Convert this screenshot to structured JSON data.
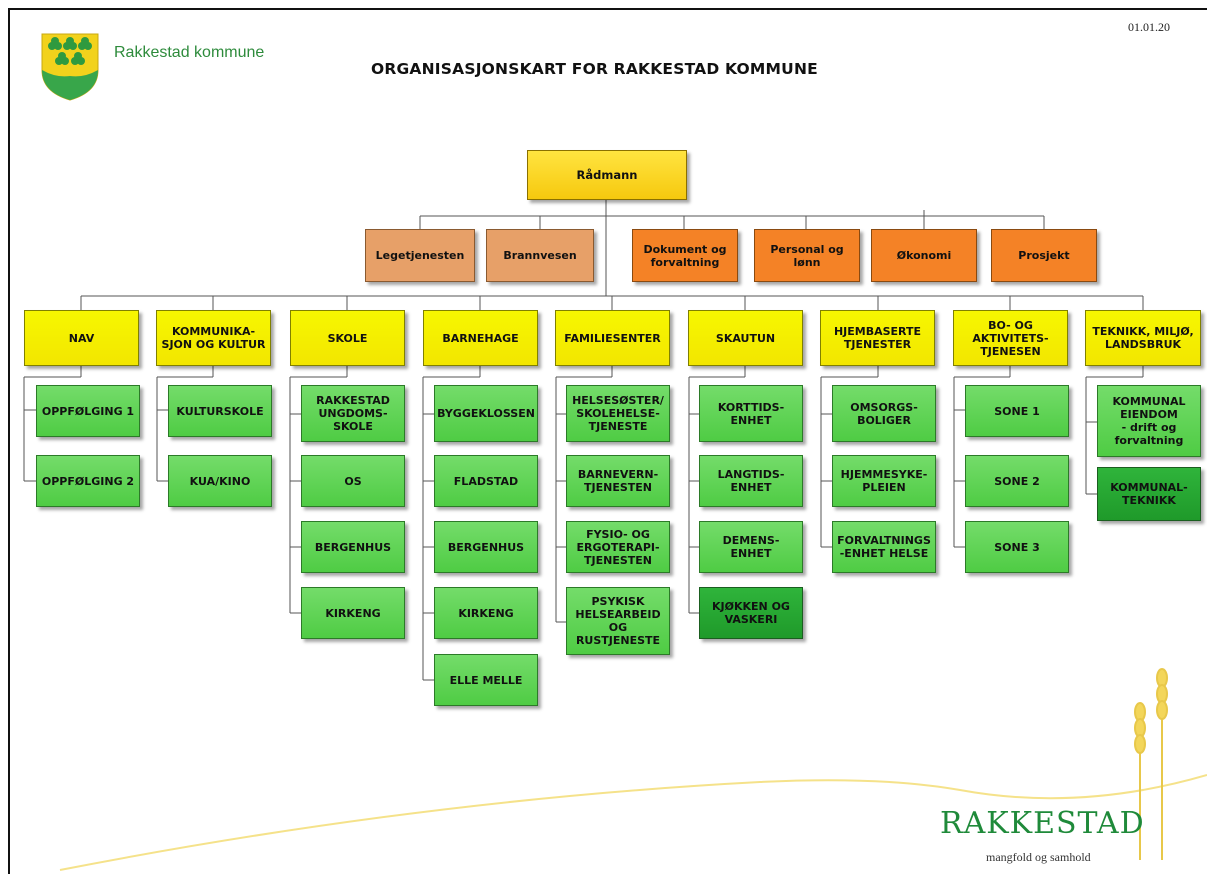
{
  "header": {
    "date": "01.01.20",
    "municipality_name": "Rakkestad kommune",
    "title": "ORGANISASJONSKART FOR RAKKESTAD KOMMUNE"
  },
  "root": {
    "label": "Rådmann"
  },
  "staff": [
    {
      "label": "Legetjenesten"
    },
    {
      "label": "Brannvesen"
    },
    {
      "label": "Dokument og\nforvaltning"
    },
    {
      "label": "Personal og\nlønn"
    },
    {
      "label": "Økonomi"
    },
    {
      "label": "Prosjekt"
    }
  ],
  "departments": [
    {
      "label": "NAV",
      "units": [
        "OPPFØLGING 1",
        "OPPFØLGING 2"
      ]
    },
    {
      "label": "KOMMUNIKA-\nSJON OG KULTUR",
      "units": [
        "KULTURSKOLE",
        "KUA/KINO"
      ]
    },
    {
      "label": "SKOLE",
      "units": [
        "RAKKESTAD\nUNGDOMS-\nSKOLE",
        "OS",
        "BERGENHUS",
        "KIRKENG"
      ]
    },
    {
      "label": "BARNEHAGE",
      "units": [
        "BYGGEKLOSSEN",
        "FLADSTAD",
        "BERGENHUS",
        "KIRKENG",
        "ELLE MELLE"
      ]
    },
    {
      "label": "FAMILIESENTER",
      "units": [
        "HELSESØSTER/\nSKOLEHELSE-\nTJENESTE",
        "BARNEVERN-\nTJENESTEN",
        "FYSIO- OG\nERGOTERAPI-\nTJENESTEN",
        "PSYKISK\nHELSEARBEID\nOG\nRUSTJENESTE"
      ]
    },
    {
      "label": "SKAUTUN",
      "units": [
        "KORTTIDS-\nENHET",
        "LANGTIDS-\nENHET",
        "DEMENS-\nENHET",
        "KJØKKEN OG\nVASKERI"
      ]
    },
    {
      "label": "HJEMBASERTE\nTJENESTER",
      "units": [
        "OMSORGS-\nBOLIGER",
        "HJEMMESYKE-\nPLEIEN",
        "FORVALTNINGS\n-ENHET HELSE"
      ]
    },
    {
      "label": "BO- OG\nAKTIVITETS-\nTJENESEN",
      "units": [
        "SONE 1",
        "SONE 2",
        "SONE 3"
      ]
    },
    {
      "label": "TEKNIKK, MILJØ,\nLANDSBRUK",
      "units": [
        "KOMMUNAL\nEIENDOM\n- drift og\nforvaltning",
        "KOMMUNAL-\nTEKNIKK"
      ]
    }
  ],
  "footer": {
    "brand": "RAKKESTAD",
    "slogan": "mangfold og samhold"
  },
  "colors": {
    "root": "#f6c90e",
    "department": "#f2e600",
    "unit": "#4fcc44",
    "unit_dark": "#1f9a2a",
    "staff_light": "#e7a068",
    "staff_orange": "#f48226",
    "brand_green": "#1f8a3a",
    "wheat": "#f3d65a"
  }
}
